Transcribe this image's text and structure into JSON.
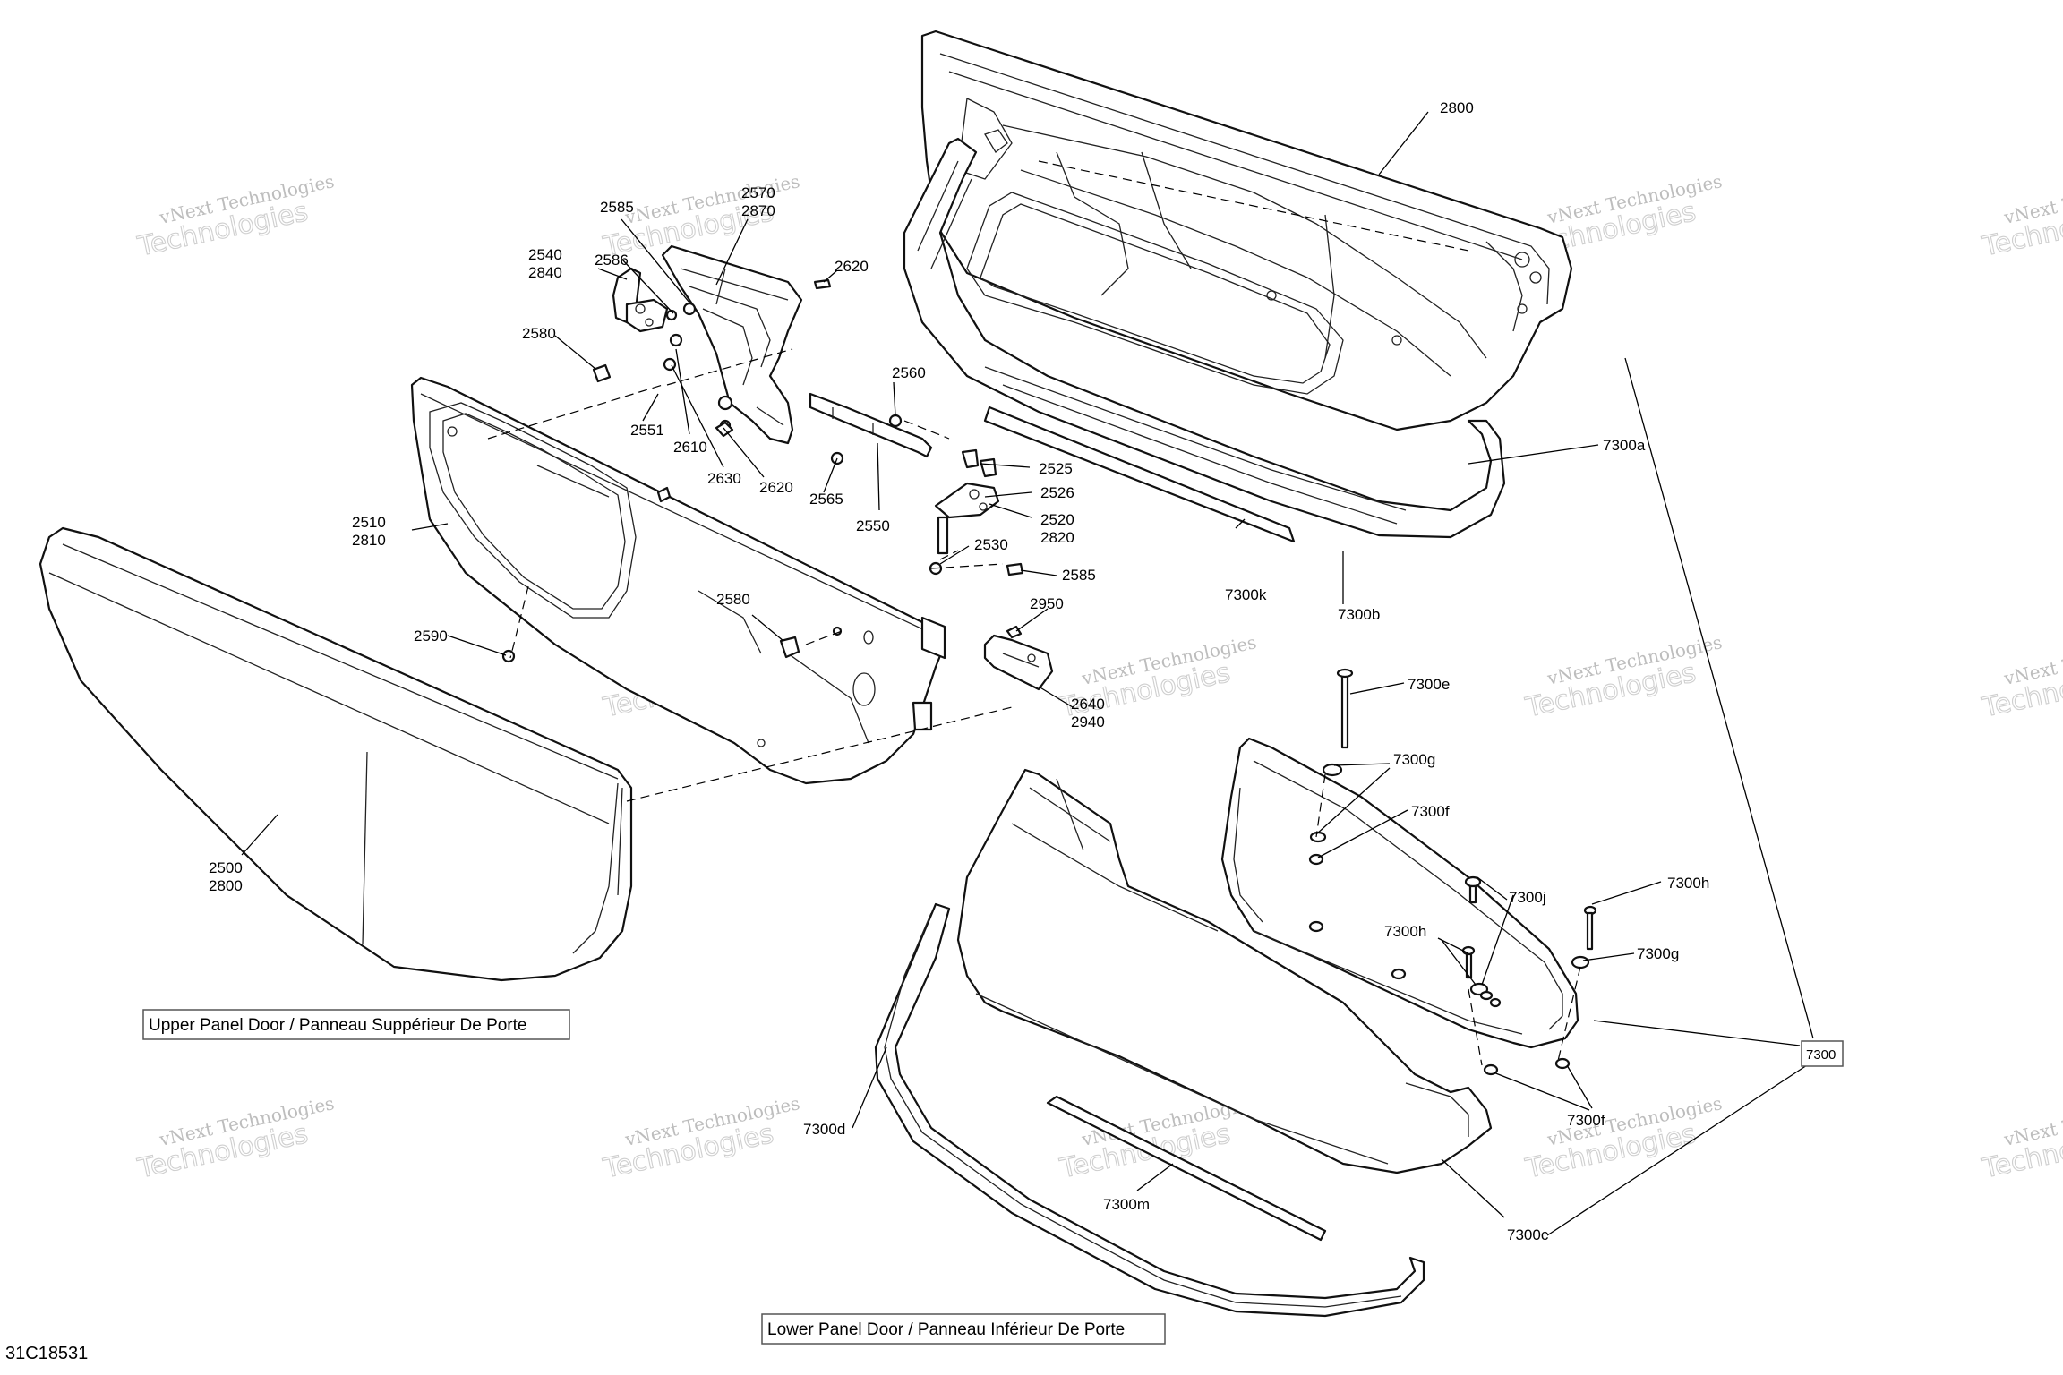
{
  "diagram_id": "31C18531",
  "watermark": {
    "line1": "vNext Technologies",
    "line2": "Technologies"
  },
  "captions": {
    "upper": "Upper Panel Door / Panneau Suppérieur De Porte",
    "lower": "Lower Panel Door / Panneau Inférieur De Porte"
  },
  "labels": {
    "l2800_top": "2800",
    "l2585_a": "2585",
    "l2570": "2570",
    "l2870": "2870",
    "l2586": "2586",
    "l2540": "2540",
    "l2840": "2840",
    "l2580_a": "2580",
    "l2620_a": "2620",
    "l2560": "2560",
    "l2551": "2551",
    "l2610": "2610",
    "l2630": "2630",
    "l2620_b": "2620",
    "l2565": "2565",
    "l2550": "2550",
    "l2525": "2525",
    "l2526": "2526",
    "l2520": "2520",
    "l2820": "2820",
    "l2530": "2530",
    "l2585_b": "2585",
    "l2510": "2510",
    "l2810": "2810",
    "l2580_b": "2580",
    "l2590": "2590",
    "l2950": "2950",
    "l2640": "2640",
    "l2940": "2940",
    "l2500": "2500",
    "l2800_b": "2800",
    "l7300a": "7300a",
    "l7300k": "7300k",
    "l7300b": "7300b",
    "l7300e": "7300e",
    "l7300g_a": "7300g",
    "l7300f_a": "7300f",
    "l7300h_a": "7300h",
    "l7300j": "7300j",
    "l7300h_b": "7300h",
    "l7300g_b": "7300g",
    "l7300": "7300",
    "l7300f_b": "7300f",
    "l7300d": "7300d",
    "l7300m": "7300m",
    "l7300c": "7300c"
  }
}
